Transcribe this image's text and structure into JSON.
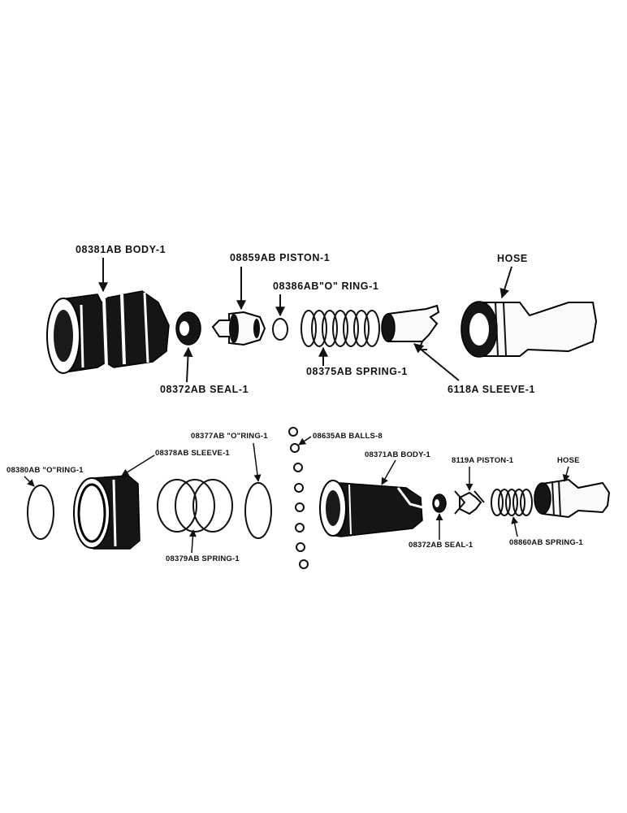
{
  "colors": {
    "ink": "#111111",
    "paper": "#ffffff"
  },
  "top_assembly": {
    "body": "08381AB BODY-1",
    "piston": "08859AB PISTON-1",
    "o_ring": "08386AB\"O\" RING-1",
    "seal": "08372AB SEAL-1",
    "spring": "08375AB SPRING-1",
    "sleeve": "6118A SLEEVE-1",
    "hose": "HOSE"
  },
  "bottom_assembly": {
    "o_ring_small": "08377AB \"O\"RING-1",
    "balls": "08635AB BALLS-8",
    "sleeve": "08378AB SLEEVE-1",
    "body": "08371AB BODY-1",
    "piston": "8119A PISTON-1",
    "hose": "HOSE",
    "o_ring_large": "08380AB \"O\"RING-1",
    "spring_wire": "08379AB SPRING-1",
    "seal": "08372AB SEAL-1",
    "spring": "08860AB SPRING-1"
  }
}
